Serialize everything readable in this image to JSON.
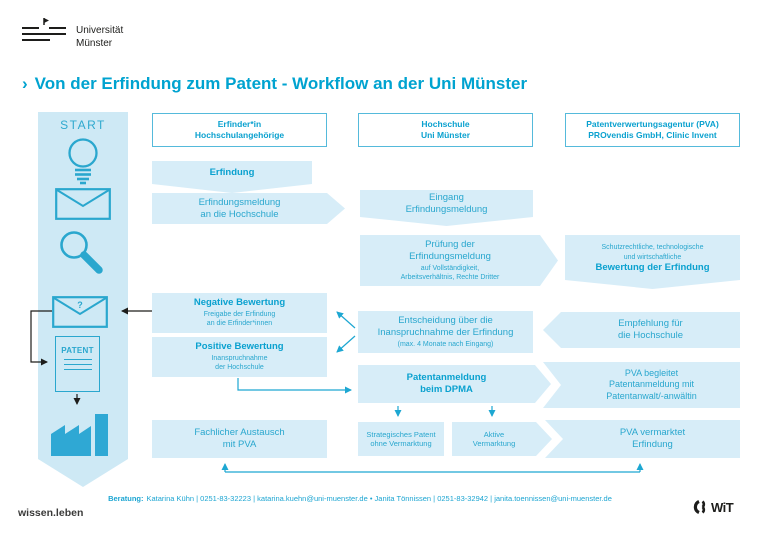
{
  "colors": {
    "accent": "#00a3d0",
    "text_cyan": "#29a7ce",
    "bold_cyan": "#0aa1cf",
    "box_fill": "#d7edf8",
    "band_fill": "#cee9f5",
    "black": "#1d1d1b"
  },
  "logo": {
    "line1": "Universität",
    "line2": "Münster"
  },
  "title": {
    "chevron": "›",
    "text": "Von der Erfindung zum Patent - Workflow an der Uni Münster"
  },
  "band": {
    "start_label": "START",
    "question_mark": "?",
    "patent_doc_label": "PATENT",
    "icons": [
      "lightbulb-icon",
      "envelope-icon",
      "magnifier-icon",
      "envelope-question-icon",
      "patent-document-icon",
      "factory-icon"
    ]
  },
  "columns": {
    "erfinder": "Erfinder*in\nHochschulangehörige",
    "hochschule": "Hochschule\nUni Münster",
    "pva": "Patentverwertungsagentur (PVA)\nPROvendis GmbH, Clinic Invent"
  },
  "nodes": {
    "erfindung": {
      "title": "Erfindung"
    },
    "erfindungsmeldung": {
      "title": "Erfindungsmeldung\nan die Hochschule"
    },
    "eingang": {
      "title": "Eingang\nErfindungsmeldung"
    },
    "pruefung": {
      "title": "Prüfung der\nErfindungsmeldung",
      "sub": "auf Vollständigkeit,\nArbeitsverhältnis, Rechte Dritter"
    },
    "bewertung": {
      "sub": "Schutzrechtliche, technologische\nund wirtschaftliche",
      "title": "Bewertung der Erfindung"
    },
    "negative": {
      "title": "Negative Bewertung",
      "sub": "Freigabe der Erfindung\nan die Erfinder*innen"
    },
    "positive": {
      "title": "Positive Bewertung",
      "sub": "Inanspruchnahme\nder Hochschule"
    },
    "entscheidung": {
      "title": "Entscheidung über die\nInanspruchnahme der Erfindung",
      "sub": "(max. 4 Monate nach Eingang)"
    },
    "empfehlung": {
      "title": "Empfehlung für\ndie Hochschule"
    },
    "patentanmeldung": {
      "title": "Patentanmeldung\nbeim DPMA"
    },
    "pva_begleitet": {
      "title": "PVA begleitet\nPatentanmeldung mit\nPatentanwalt/-anwältin"
    },
    "fachlicher": {
      "title": "Fachlicher Austausch\nmit PVA"
    },
    "strategisches": {
      "title": "Strategisches Patent\nohne Vermarktung"
    },
    "aktive": {
      "title": "Aktive\nVermarktung"
    },
    "pva_vermarktet": {
      "title": "PVA vermarktet\nErfindung"
    }
  },
  "footer": {
    "beratung_label": "Beratung:",
    "contact": "Katarina Kühn | 0251-83-32223 | katarina.kuehn@uni-muenster.de • Janita Tönnissen | 0251-83-32942 | janita.toennissen@uni-muenster.de",
    "slogan": "wissen.leben",
    "wit_label": "WiT"
  }
}
